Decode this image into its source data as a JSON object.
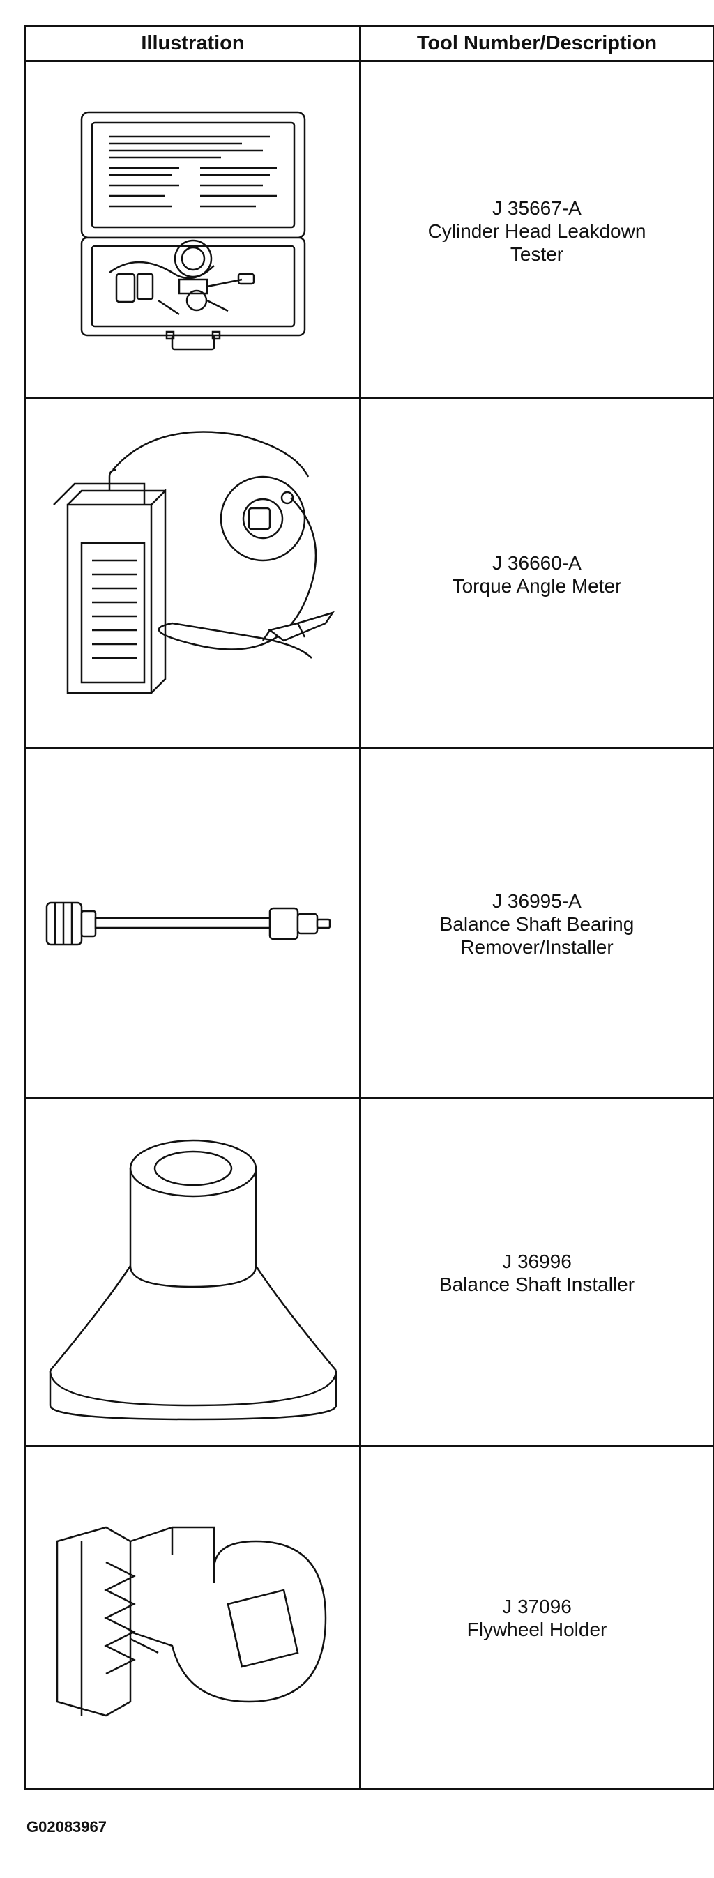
{
  "table": {
    "headers": {
      "illustration": "Illustration",
      "description": "Tool Number/Description"
    },
    "tools": [
      {
        "number": "J 35667-A",
        "description_lines": [
          "Cylinder Head Leakdown",
          "Tester"
        ],
        "icon": "leakdown-tester-case-icon"
      },
      {
        "number": "J 36660-A",
        "description_lines": [
          "Torque Angle Meter"
        ],
        "icon": "torque-angle-meter-icon"
      },
      {
        "number": "J 36995-A",
        "description_lines": [
          "Balance Shaft Bearing",
          "Remover/Installer"
        ],
        "icon": "bearing-remover-installer-icon"
      },
      {
        "number": "J 36996",
        "description_lines": [
          "Balance Shaft Installer"
        ],
        "icon": "balance-shaft-installer-icon"
      },
      {
        "number": "J 37096",
        "description_lines": [
          "Flywheel Holder"
        ],
        "icon": "flywheel-holder-icon"
      }
    ]
  },
  "figure_id": "G02083967"
}
